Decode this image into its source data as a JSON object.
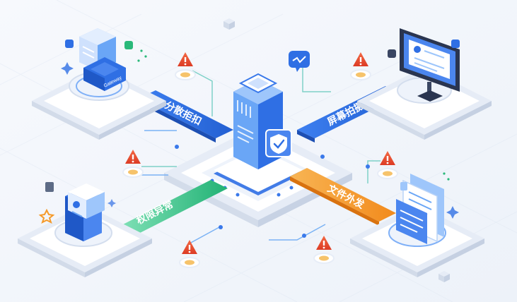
{
  "labels": {
    "top_left": "分散拒扣",
    "top_right": "屏幕拍摄",
    "bottom_left": "权限异常",
    "bottom_right": "文件外发",
    "device_tag": "Gateway"
  },
  "icons": {
    "warning": "warning-triangle-icon",
    "shield": "shield-check-icon",
    "monitor": "monitor-icon",
    "server": "server-icon",
    "document": "document-icon",
    "chat": "chat-bubble-icon"
  },
  "colors": {
    "primary_blue": "#2f6fe4",
    "light_blue": "#6aa6f6",
    "green": "#2ab97a",
    "orange": "#f59a2a",
    "warning_red": "#e8462f",
    "platform": "#ffffff",
    "background": "#f3f6fb"
  }
}
